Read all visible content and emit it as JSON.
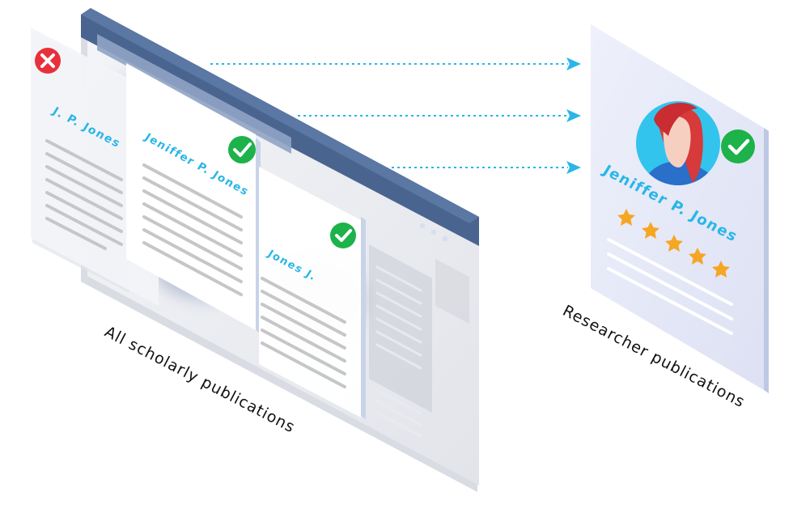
{
  "left_group": {
    "caption": "All scholarly publications",
    "cards": [
      {
        "name": "J. P. Jones",
        "status": "rejected",
        "status_icon": "x-icon",
        "status_color": "#e8303a"
      },
      {
        "name": "Jeniffer P. Jones",
        "status": "accepted",
        "status_icon": "check-icon",
        "status_color": "#1db24a"
      },
      {
        "name": "Jones J.",
        "status": "accepted",
        "status_icon": "check-icon",
        "status_color": "#1db24a"
      }
    ]
  },
  "right_group": {
    "caption": "Researcher publications",
    "profile": {
      "name": "Jeniffer P. Jones",
      "rating": 5,
      "status_icon": "check-icon",
      "status_color": "#1db24a"
    }
  },
  "colors": {
    "name_text": "#29b6e8",
    "arrow": "#29b6e8",
    "browser_bar": "#4a6490",
    "star": "#f5a623"
  }
}
